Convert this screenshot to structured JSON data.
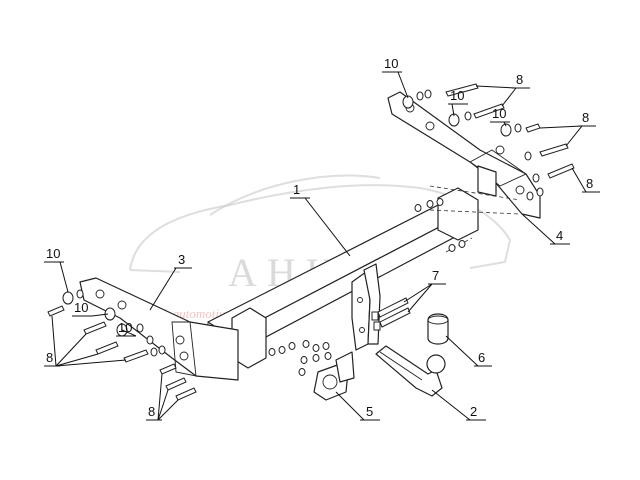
{
  "watermark": {
    "brand": "AHKA",
    "tagline": "back automotive"
  },
  "callouts": [
    {
      "id": "c1",
      "text": "1"
    },
    {
      "id": "c2",
      "text": "2"
    },
    {
      "id": "c3",
      "text": "3"
    },
    {
      "id": "c4",
      "text": "4"
    },
    {
      "id": "c5",
      "text": "5"
    },
    {
      "id": "c6",
      "text": "6"
    },
    {
      "id": "c7",
      "text": "7"
    },
    {
      "id": "c8a",
      "text": "8"
    },
    {
      "id": "c8b",
      "text": "8"
    },
    {
      "id": "c8c",
      "text": "8"
    },
    {
      "id": "c8d",
      "text": "8"
    },
    {
      "id": "c8e",
      "text": "8"
    },
    {
      "id": "c10a",
      "text": "10"
    },
    {
      "id": "c10b",
      "text": "10"
    },
    {
      "id": "c10c",
      "text": "10"
    },
    {
      "id": "c10d",
      "text": "10"
    },
    {
      "id": "c10e",
      "text": "10"
    },
    {
      "id": "c10f",
      "text": "10"
    }
  ]
}
